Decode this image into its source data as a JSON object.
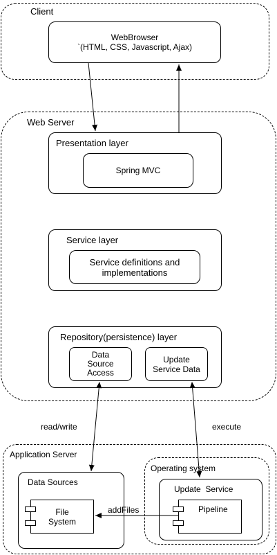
{
  "client": {
    "title": "Client",
    "browser_line1": "WebBrowser",
    "browser_line2": "`(HTML, CSS, Javascript, Ajax)"
  },
  "web_server": {
    "title": "Web Server",
    "presentation": {
      "title": "Presentation layer",
      "inner": "Spring MVC"
    },
    "service": {
      "title": "Service layer",
      "inner_line1": "Service definitions and",
      "inner_line2": "implementations"
    },
    "repository": {
      "title": "Repository(persistence) layer",
      "data_access": [
        "Data",
        "Source",
        "Access"
      ],
      "update_data": [
        "Update",
        "Service Data"
      ]
    }
  },
  "edges": {
    "read_write": "read/write",
    "execute": "execute",
    "add_files": "addFiles"
  },
  "app_server": {
    "title": "Application Server",
    "data_sources": {
      "title": "Data Sources",
      "file_system": [
        "File",
        "System"
      ]
    },
    "operating_system": {
      "title": "Operating system",
      "update_service": {
        "title": "Update  Service",
        "pipeline": "Pipeline"
      }
    }
  }
}
